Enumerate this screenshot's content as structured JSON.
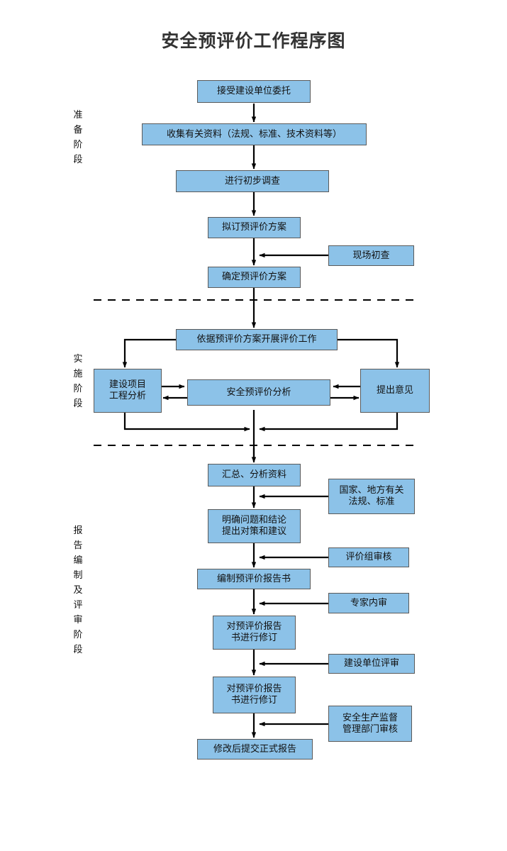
{
  "title": "安全预评价工作程序图",
  "theme": {
    "box_fill": "#8CC2E8",
    "box_border": "#5a5a5a",
    "line": "#000000",
    "title_color": "#333333"
  },
  "stages": [
    {
      "id": "prep",
      "label": "准备阶段",
      "chars": [
        "准",
        "备",
        "阶",
        "段"
      ]
    },
    {
      "id": "impl",
      "label": "实施阶段",
      "chars": [
        "实",
        "施",
        "阶",
        "段"
      ]
    },
    {
      "id": "report",
      "label": "报告编制及评审阶段",
      "chars": [
        "报",
        "告",
        "编",
        "制",
        "及",
        "评",
        "审",
        "阶",
        "段"
      ]
    }
  ],
  "nodes": {
    "accept": {
      "label": "接受建设单位委托"
    },
    "collect": {
      "label": "收集有关资料（法规、标准、技术资料等）"
    },
    "survey": {
      "label": "进行初步调查"
    },
    "draft_plan": {
      "label": "拟订预评价方案"
    },
    "site_check": {
      "label": "现场初查"
    },
    "confirm_plan": {
      "label": "确定预评价方案"
    },
    "carry_out": {
      "label": "依据预评价方案开展评价工作"
    },
    "eng_analysis": {
      "label": "建设项目\n工程分析"
    },
    "safety_analysis": {
      "label": "安全预评价分析"
    },
    "give_opinion": {
      "label": "提出意见"
    },
    "summarize": {
      "label": "汇总、分析资料"
    },
    "laws": {
      "label": "国家、地方有关\n法规、标准"
    },
    "clarify": {
      "label": "明确问题和结论\n提出对策和建议"
    },
    "group_review": {
      "label": "评价组审核"
    },
    "compile": {
      "label": "编制预评价报告书"
    },
    "expert_review": {
      "label": "专家内审"
    },
    "revise1": {
      "label": "对预评价报告\n书进行修订"
    },
    "owner_review": {
      "label": "建设单位评审"
    },
    "revise2": {
      "label": "对预评价报告\n书进行修订"
    },
    "gov_review": {
      "label": "安全生产监督\n管理部门审核"
    },
    "final_submit": {
      "label": "修改后提交正式报告"
    }
  }
}
